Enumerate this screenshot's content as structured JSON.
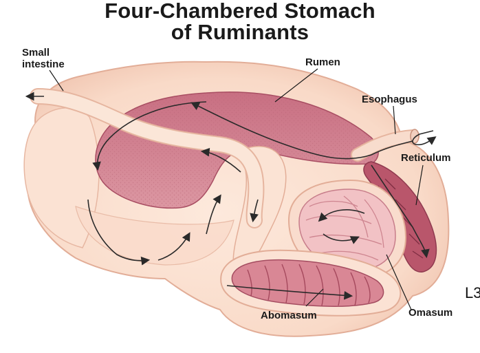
{
  "title": {
    "line1": "Four-Chambered Stomach",
    "line2": "of Ruminants"
  },
  "labels": {
    "small_intestine_1": "Small",
    "small_intestine_2": "intestine",
    "rumen": "Rumen",
    "esophagus": "Esophagus",
    "reticulum": "Reticulum",
    "abomasum": "Abomasum",
    "omasum": "Omasum",
    "slide_fragment": "L3"
  },
  "colors": {
    "outer_tissue": "#fbe0d0",
    "outer_edge": "#e8b8a4",
    "rumen_lumen": "#d98a98",
    "deep_red": "#b8566a",
    "omasum_fill": "#f2c0c4",
    "intestine": "#f8d8c8",
    "arrow": "#2a2a2a"
  }
}
